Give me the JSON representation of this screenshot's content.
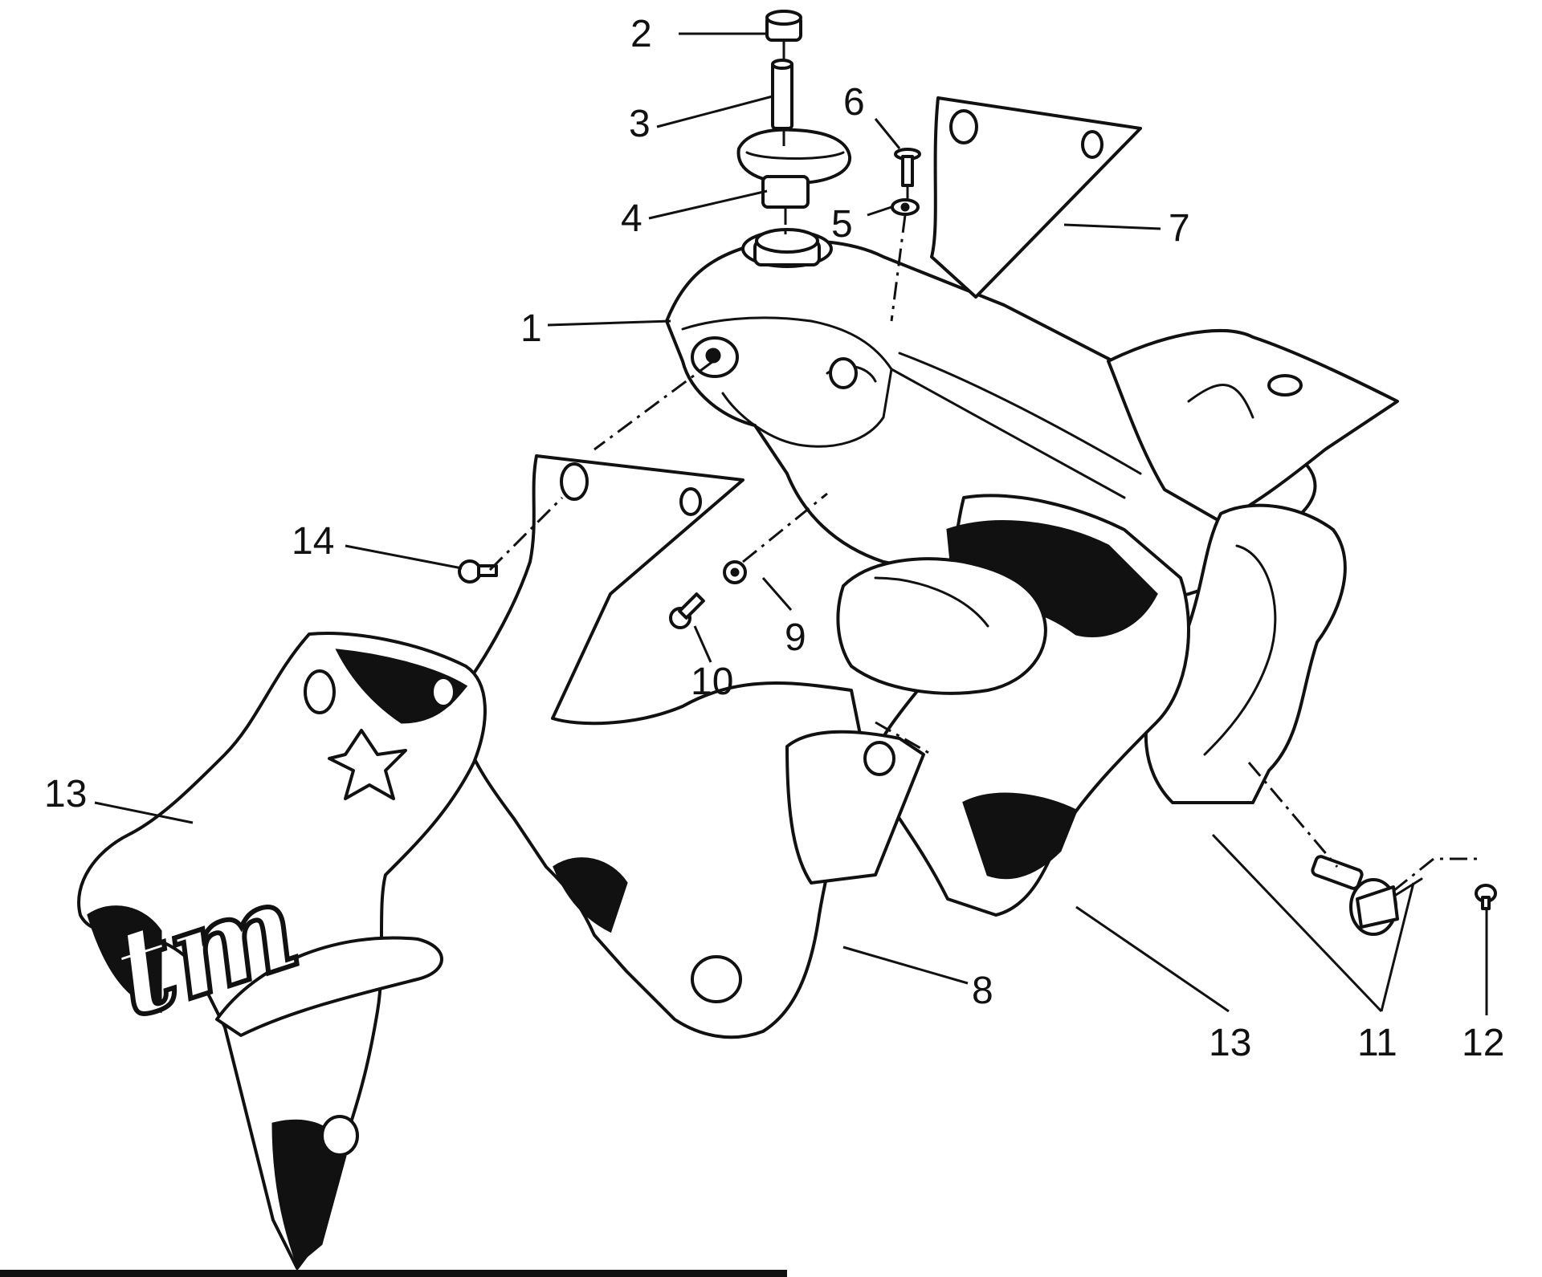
{
  "diagram": {
    "callouts": [
      {
        "id": "1",
        "label": "1"
      },
      {
        "id": "2",
        "label": "2"
      },
      {
        "id": "3",
        "label": "3"
      },
      {
        "id": "4",
        "label": "4"
      },
      {
        "id": "5",
        "label": "5"
      },
      {
        "id": "6",
        "label": "6"
      },
      {
        "id": "7",
        "label": "7"
      },
      {
        "id": "8",
        "label": "8"
      },
      {
        "id": "9",
        "label": "9"
      },
      {
        "id": "10",
        "label": "10"
      },
      {
        "id": "11",
        "label": "11"
      },
      {
        "id": "12",
        "label": "12"
      },
      {
        "id": "13a",
        "label": "13"
      },
      {
        "id": "13b",
        "label": "13"
      },
      {
        "id": "14",
        "label": "14"
      }
    ],
    "logo_text": "tm",
    "colors": {
      "ink": "#111111",
      "paper": "#ffffff"
    }
  }
}
